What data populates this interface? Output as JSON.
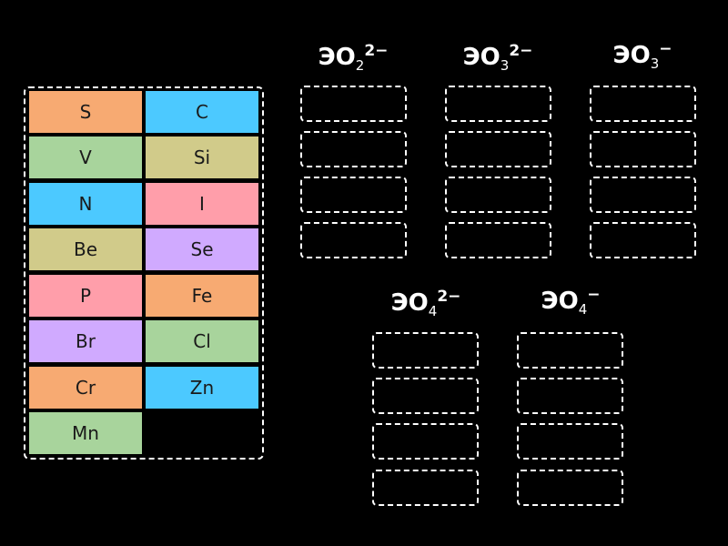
{
  "tiles": [
    {
      "label": "S",
      "color": "#f7aa72"
    },
    {
      "label": "C",
      "color": "#4cc9ff"
    },
    {
      "label": "V",
      "color": "#a8d49c"
    },
    {
      "label": "Si",
      "color": "#d1cb8a"
    },
    {
      "label": "N",
      "color": "#4cc9ff"
    },
    {
      "label": "I",
      "color": "#ff9eaa"
    },
    {
      "label": "Be",
      "color": "#d1cb8a"
    },
    {
      "label": "Se",
      "color": "#d0aaff"
    },
    {
      "label": "P",
      "color": "#ff9eaa"
    },
    {
      "label": "Fe",
      "color": "#f7aa72"
    },
    {
      "label": "Br",
      "color": "#d0aaff"
    },
    {
      "label": "Cl",
      "color": "#a8d49c"
    },
    {
      "label": "Cr",
      "color": "#f7aa72"
    },
    {
      "label": "Zn",
      "color": "#4cc9ff"
    },
    {
      "label": "Mn",
      "color": "#a8d49c"
    }
  ],
  "groups": [
    {
      "base": "ЭО",
      "sub": "2",
      "sup": "2−"
    },
    {
      "base": "ЭО",
      "sub": "3",
      "sup": "2−"
    },
    {
      "base": "ЭО",
      "sub": "3",
      "sup": "−"
    },
    {
      "base": "ЭО",
      "sub": "4",
      "sup": "2−"
    },
    {
      "base": "ЭО",
      "sub": "4",
      "sup": "−"
    }
  ]
}
